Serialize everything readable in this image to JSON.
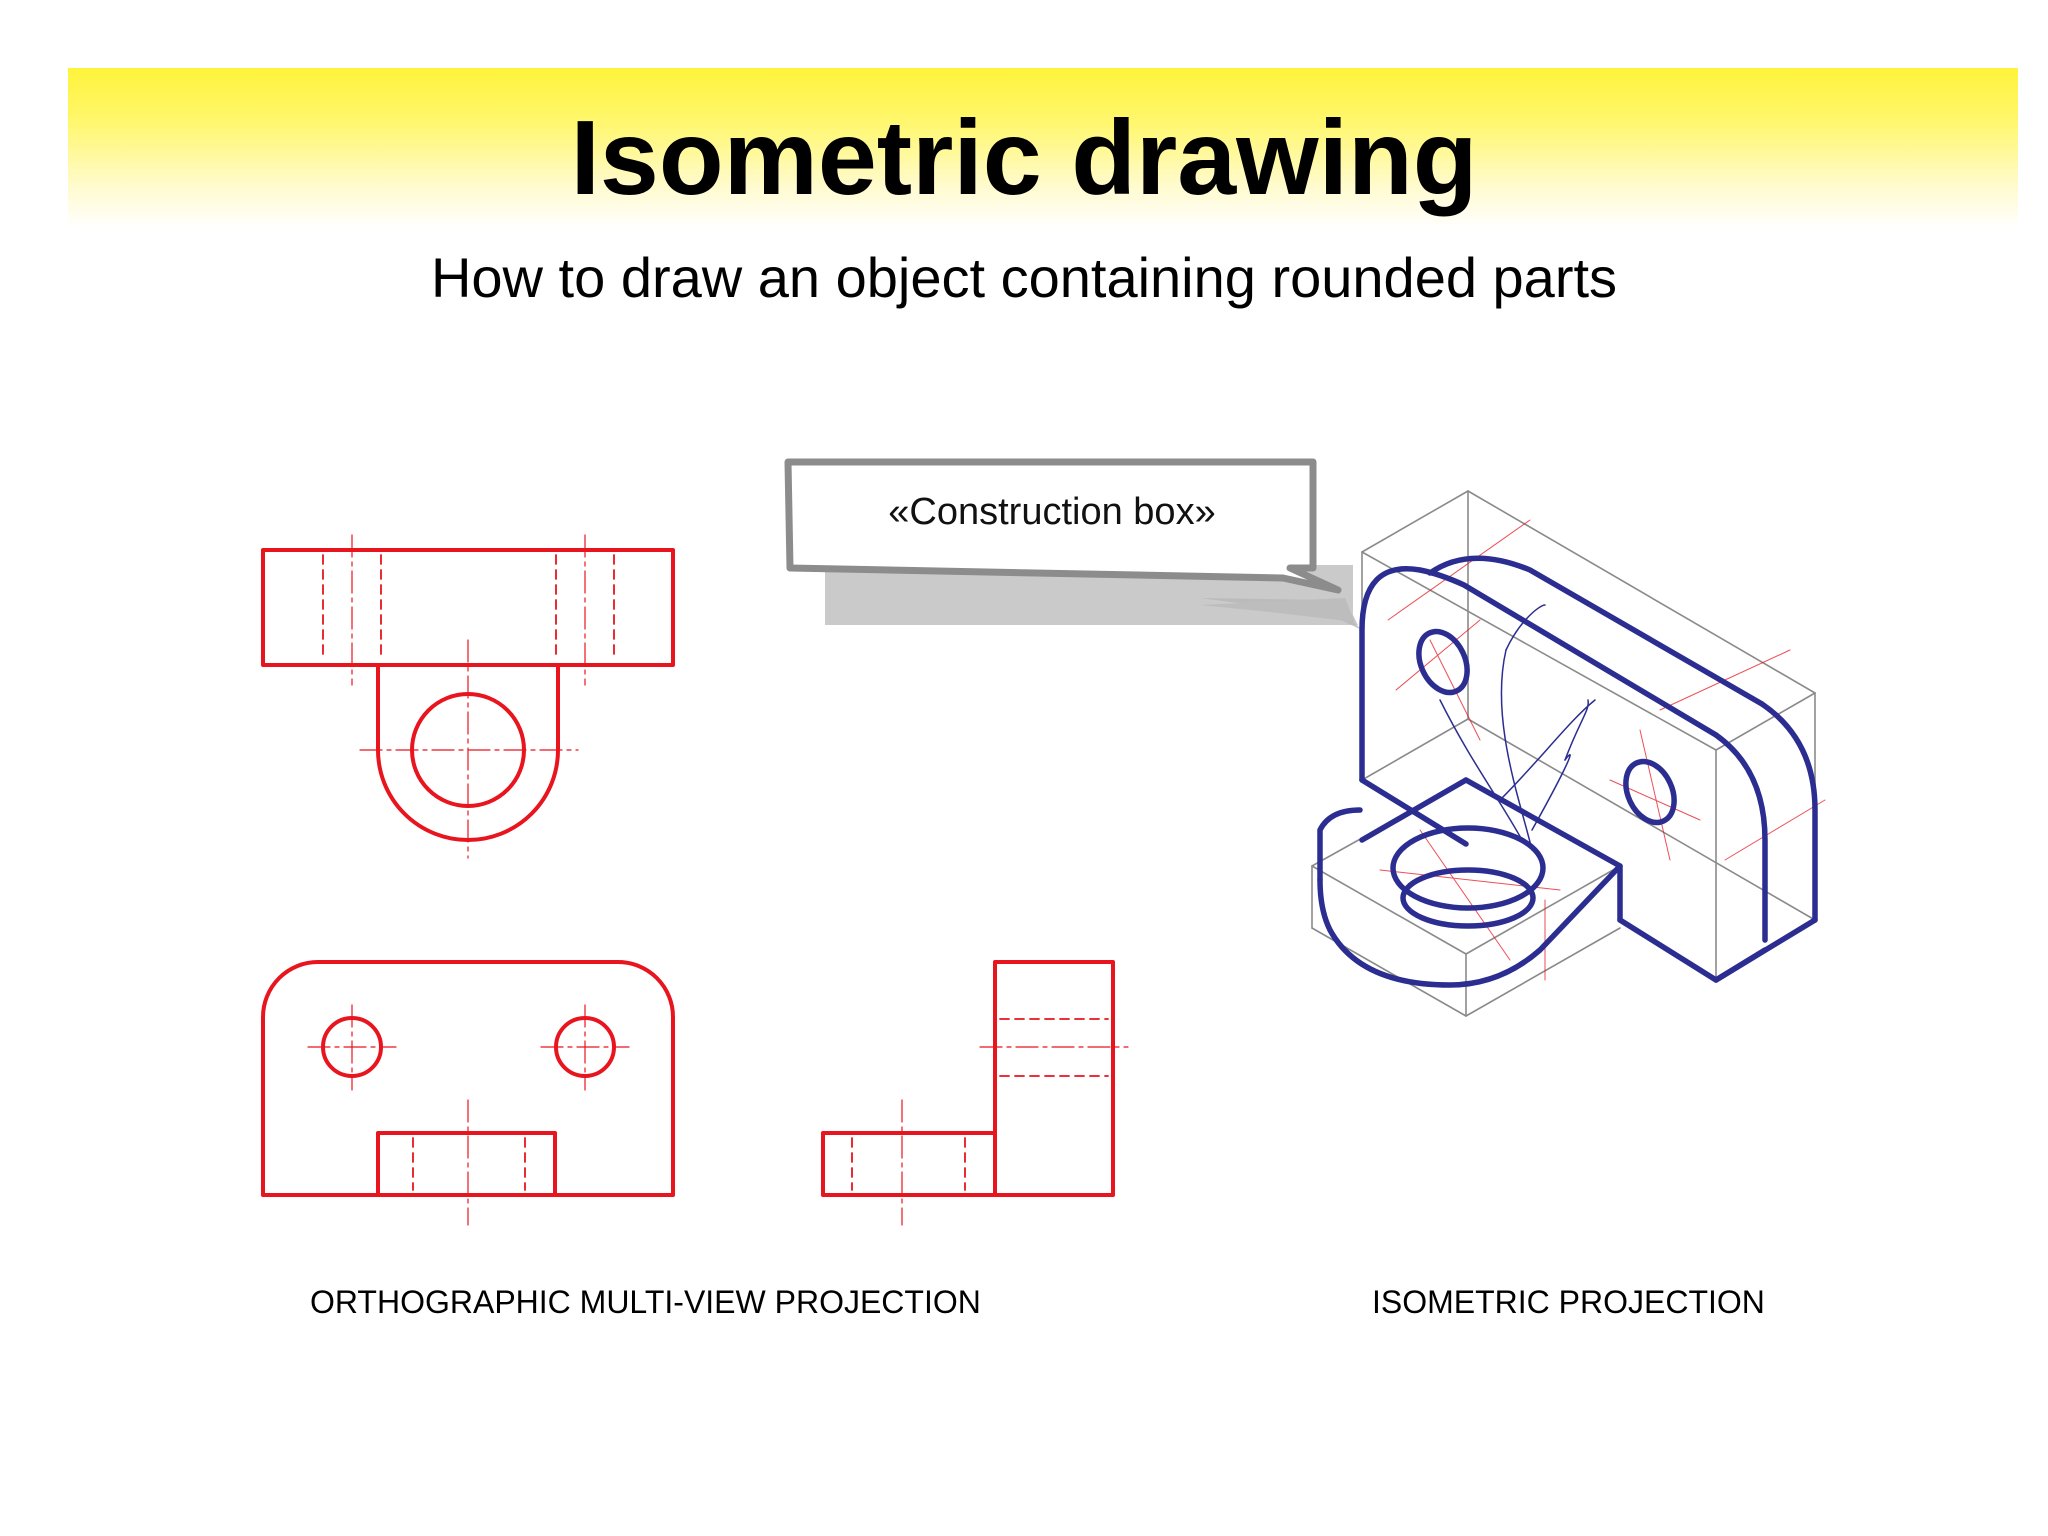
{
  "slide": {
    "title": "Isometric drawing",
    "subtitle": "How to draw an object containing rounded parts",
    "callout": "«Construction box»",
    "captions": {
      "orthographic": "ORTHOGRAPHIC MULTI-VIEW PROJECTION",
      "isometric": "ISOMETRIC PROJECTION"
    }
  },
  "colors": {
    "title_band": "#fff33a",
    "orthographic_lines": "#e8141e",
    "isometric_lines": "#2b2d91",
    "construction_lines": "#8a8a8a",
    "callout_shadow": "#b3b3b3"
  },
  "icons": [
    "orthographic-views-drawing",
    "isometric-object-drawing",
    "speech-callout"
  ]
}
